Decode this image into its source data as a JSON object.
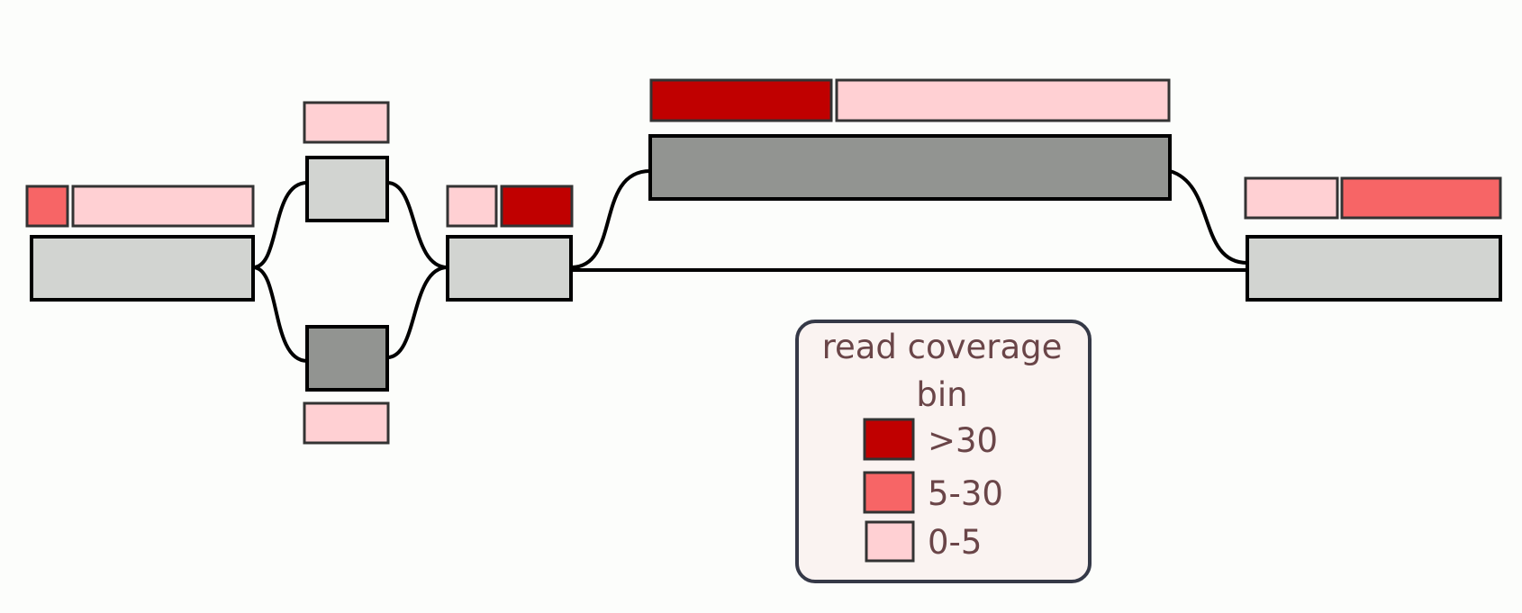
{
  "legend": {
    "title_line1": "read coverage",
    "title_line2": "bin",
    "bins": [
      {
        "label": ">30",
        "color": "#c00000"
      },
      {
        "label": "5-30",
        "color": "#f76566"
      },
      {
        "label": "0-5",
        "color": "#ffd0d3"
      }
    ]
  },
  "colors": {
    "background": "#fcfdfb",
    "node_light": "#d2d4d1",
    "node_dark": "#929491",
    "edge": "#000000",
    "legend_border": "#353947",
    "legend_fill": "#faf3f1"
  },
  "graph": {
    "nodes": [
      {
        "id": "node-1",
        "shade": "light",
        "coverage": [
          "5-30",
          "0-5"
        ]
      },
      {
        "id": "node-2a",
        "shade": "light",
        "coverage": [
          "0-5"
        ]
      },
      {
        "id": "node-2b",
        "shade": "dark",
        "coverage": [
          "0-5"
        ]
      },
      {
        "id": "node-3",
        "shade": "light",
        "coverage": [
          "0-5",
          ">30"
        ]
      },
      {
        "id": "node-4",
        "shade": "dark",
        "coverage": [
          ">30",
          "0-5"
        ]
      },
      {
        "id": "node-5",
        "shade": "light",
        "coverage": [
          "0-5",
          "5-30"
        ]
      }
    ],
    "edges": [
      {
        "from": "node-1",
        "to": "node-2a"
      },
      {
        "from": "node-1",
        "to": "node-2b"
      },
      {
        "from": "node-2a",
        "to": "node-3"
      },
      {
        "from": "node-2b",
        "to": "node-3"
      },
      {
        "from": "node-3",
        "to": "node-4"
      },
      {
        "from": "node-3",
        "to": "node-5"
      },
      {
        "from": "node-4",
        "to": "node-5"
      }
    ]
  }
}
